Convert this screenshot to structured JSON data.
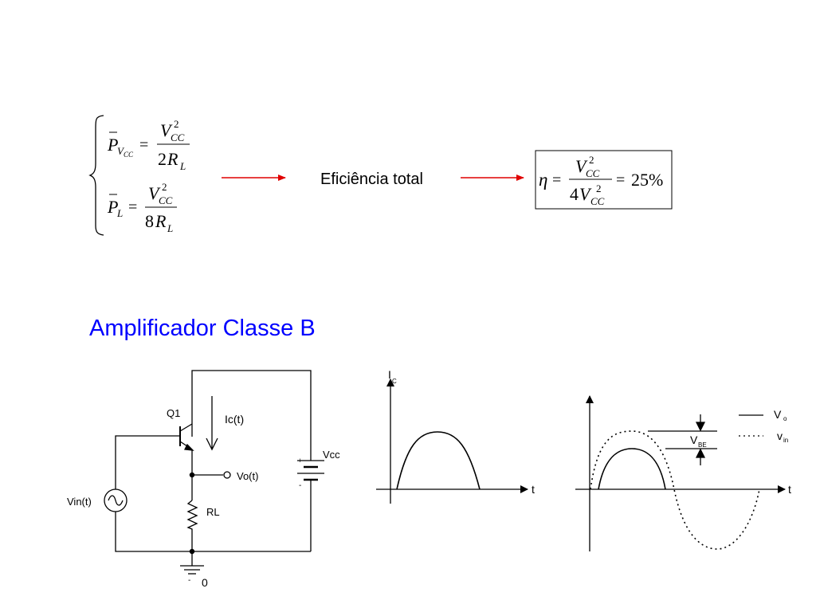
{
  "formulas": {
    "pvcc": {
      "p": "P",
      "sub": "V",
      "subsub": "CC",
      "eq": "=",
      "num_v": "V",
      "num_sub": "CC",
      "num_sup": "2",
      "den_coef": "2",
      "den_r": "R",
      "den_sub": "L"
    },
    "pl": {
      "p": "P",
      "sub": "L",
      "eq": "=",
      "num_v": "V",
      "num_sub": "CC",
      "num_sup": "2",
      "den_coef": "8",
      "den_r": "R",
      "den_sub": "L"
    },
    "eff_label": "Eficiência total",
    "eta": {
      "eta": "η",
      "eq1": "=",
      "num_v": "V",
      "num_sub": "CC",
      "num_sup": "2",
      "den_coef": "4",
      "den_v": "V",
      "den_sub": "CC",
      "den_sup": "2",
      "eq2": "=",
      "result": "25%"
    }
  },
  "heading": "Amplificador Classe B",
  "circuit": {
    "q1": "Q1",
    "ic": "Ic(t)",
    "vout": "Vo(t)",
    "rl": "RL",
    "vin": "Vin(t)",
    "vcc": "Vcc",
    "ground": "0",
    "bat_plus": "+",
    "bat_minus": "-"
  },
  "graph1": {
    "ylabel_main": "I",
    "ylabel_sub": "C",
    "xlabel": "t"
  },
  "graph2": {
    "xlabel": "t",
    "vbe_main": "V",
    "vbe_sub": "BE",
    "legend": [
      {
        "main": "V",
        "sub": "o",
        "style": "solid"
      },
      {
        "main": "v",
        "sub": "in",
        "style": "dotted"
      }
    ]
  },
  "colors": {
    "arrow": "#e00000",
    "heading": "#0000ff",
    "ink": "#000000",
    "box_border": "#000000"
  }
}
